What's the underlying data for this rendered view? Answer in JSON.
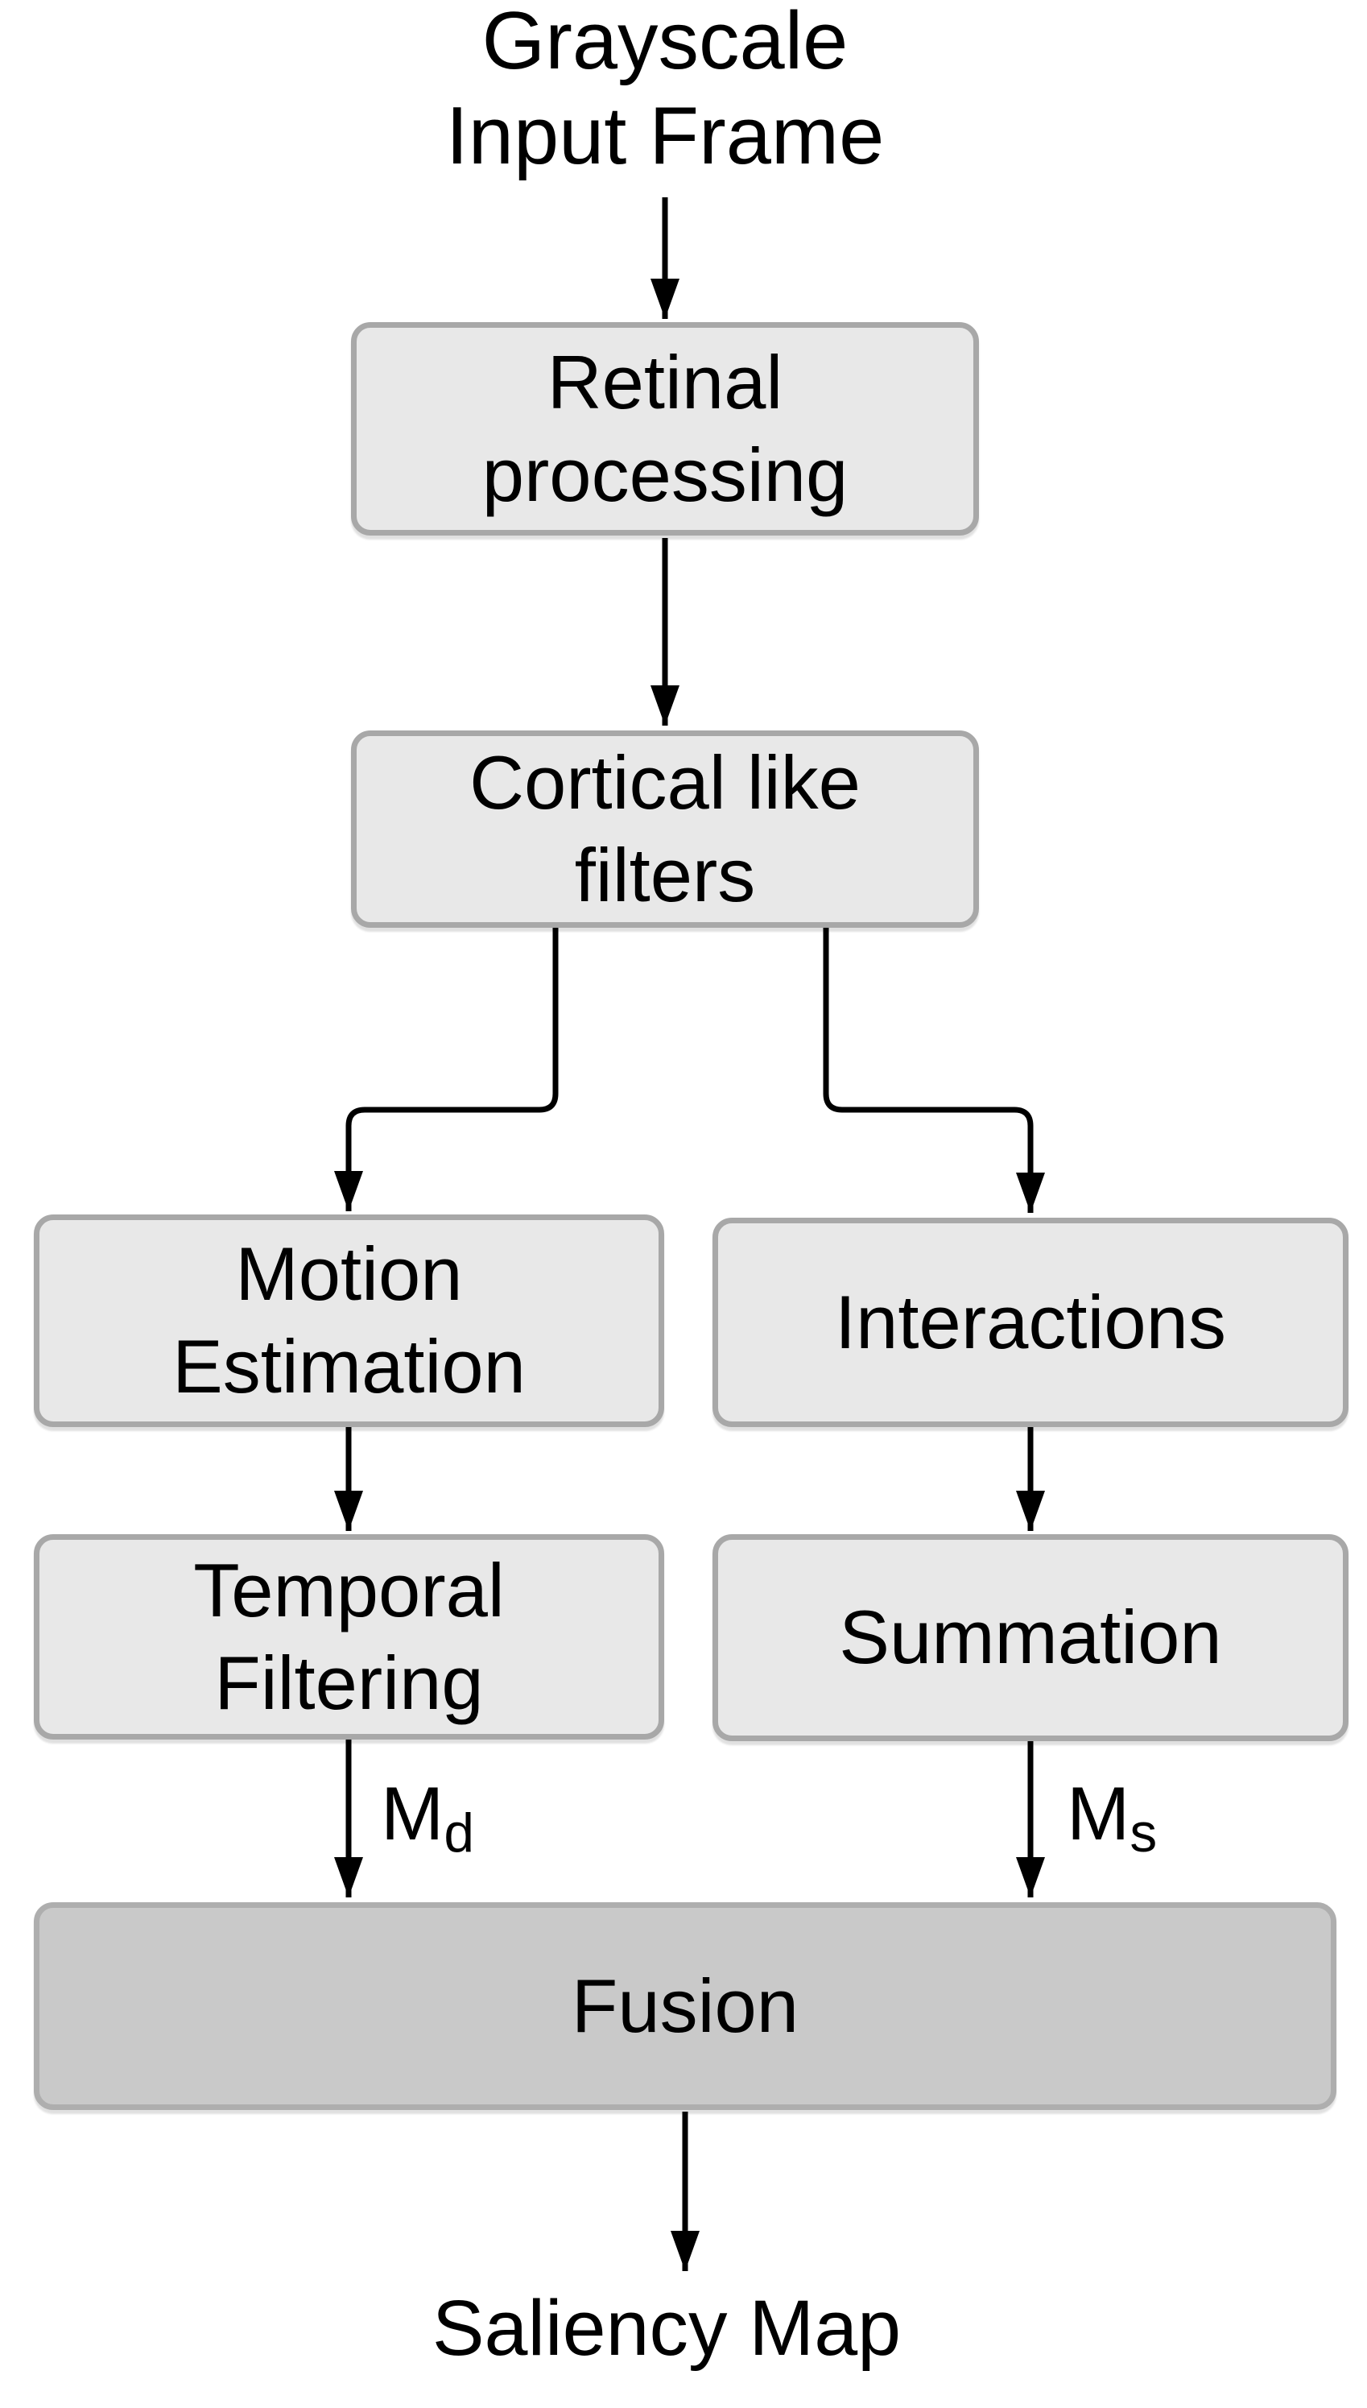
{
  "diagram": {
    "nodes": {
      "input": {
        "label": "Grayscale\nInput Frame"
      },
      "retinal": {
        "label": "Retinal\nprocessing"
      },
      "cortical": {
        "label": "Cortical like\nfilters"
      },
      "motion": {
        "label": "Motion\nEstimation"
      },
      "interactions": {
        "label": "Interactions"
      },
      "temporal": {
        "label": "Temporal\nFiltering"
      },
      "summation": {
        "label": "Summation"
      },
      "fusion": {
        "label": "Fusion"
      },
      "output": {
        "label": "Saliency Map"
      }
    },
    "edge_labels": {
      "md": {
        "base": "M",
        "subscript": "d"
      },
      "ms": {
        "base": "M",
        "subscript": "s"
      }
    },
    "theme": {
      "background": "#ffffff",
      "text_color": "#000000",
      "line_color": "#000000",
      "node_fill": "#e8e8e8",
      "node_border": "#a8a8a8",
      "fusion_fill": "#c9c9c9",
      "fusion_border": "#aeaeae"
    }
  }
}
